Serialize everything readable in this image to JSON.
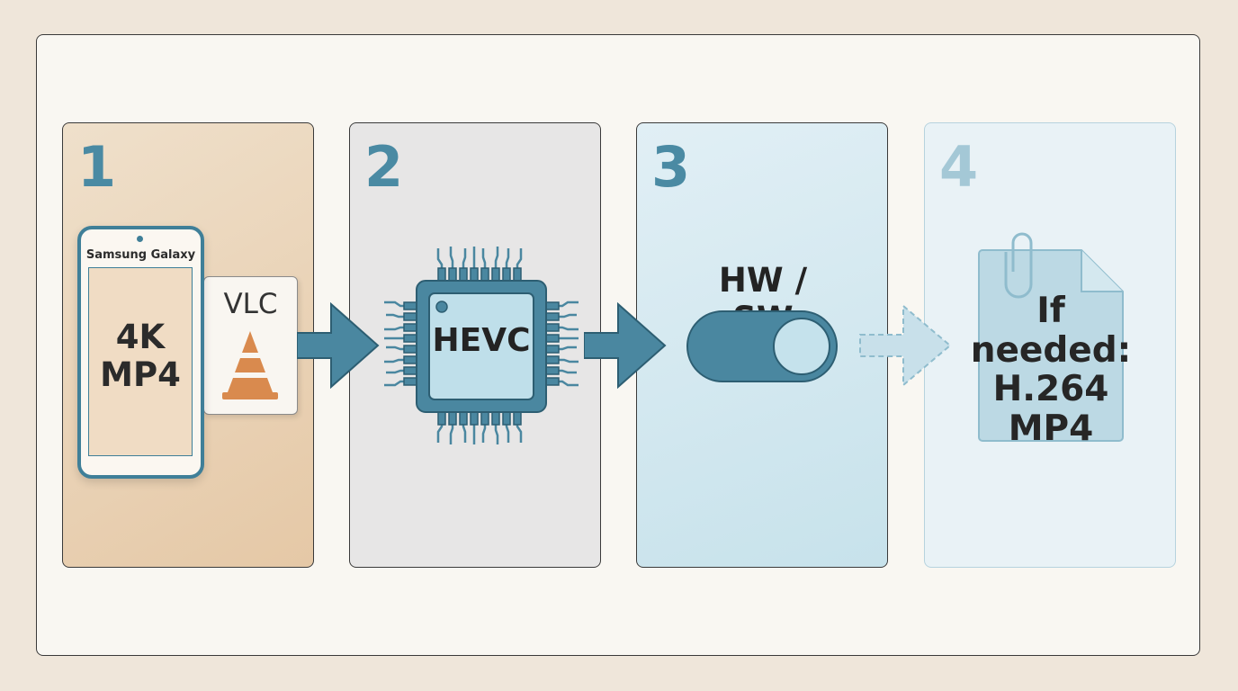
{
  "steps": [
    {
      "number": "1",
      "phone_label": "Samsung Galaxy",
      "screen_line1": "4K",
      "screen_line2": "MP4",
      "app_label": "VLC",
      "app_icon": "vlc-cone-icon"
    },
    {
      "number": "2",
      "chip_label": "HEVC",
      "icon": "chip-icon"
    },
    {
      "number": "3",
      "toggle_label": "HW / SW",
      "icon": "toggle-switch-icon"
    },
    {
      "number": "4",
      "doc_line1": "If needed:",
      "doc_line2": "H.264",
      "doc_line3": "MP4",
      "icon": "document-paperclip-icon"
    }
  ],
  "colors": {
    "accent": "#4a87a0",
    "accent_dark": "#2d5e72",
    "panel1": "#e9d3b8",
    "panel2": "#e7e6e6",
    "panel3": "#d3e8f0",
    "panel4": "#e9f2f6",
    "vlc_cone": "#d98a4e"
  }
}
